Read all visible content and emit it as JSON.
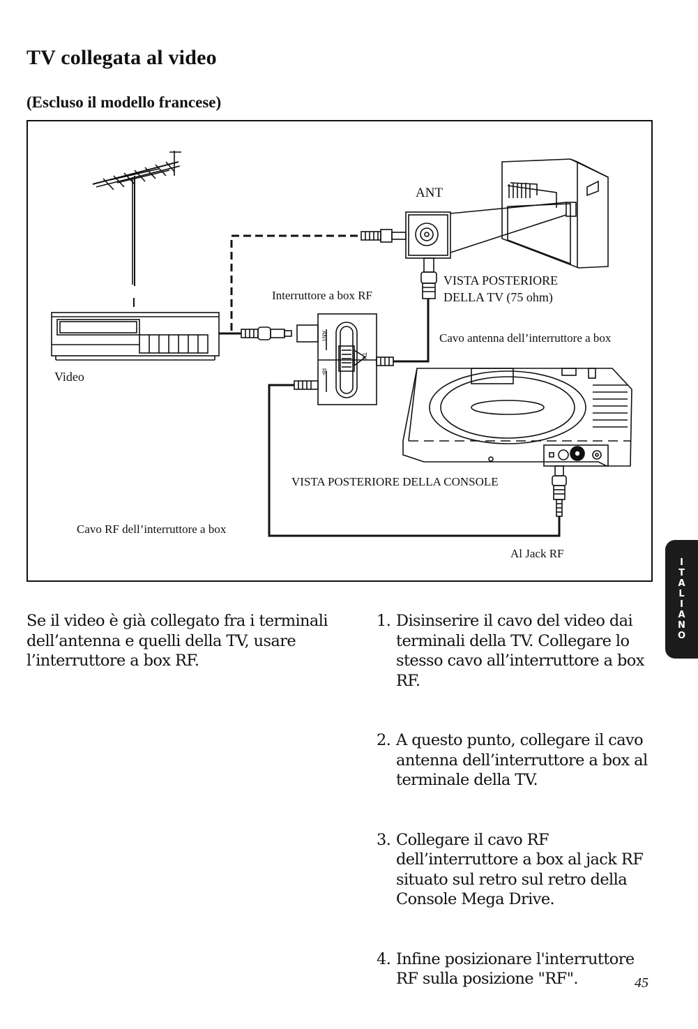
{
  "header": {
    "title": "TV collegata al video",
    "subtitle": "(Escluso il modello francese)"
  },
  "figure": {
    "labels": {
      "ant": "ANT",
      "vista_tv_1": "VISTA POSTERIORE",
      "vista_tv_2": "DELLA TV (75 ohm)",
      "interruttore": "Interruttore a box RF",
      "cavo_antenna": "Cavo antenna dell’interruttore a box",
      "video": "Video",
      "vista_console": "VISTA POSTERIORE DELLA CONSOLE",
      "cavo_rf": "Cavo RF dell’interruttore a box",
      "al_jack": "Al Jack RF",
      "switch_ant": "ANT",
      "switch_rf": "RF",
      "switch_tv": "TV"
    },
    "icons": [
      "antenna-icon",
      "vcr-icon",
      "tv-rear-icon",
      "rf-switch-box-icon",
      "console-rear-icon",
      "rf-jack-icon"
    ]
  },
  "text": {
    "intro": "Se il video è già collegato fra i terminali dell’antenna e quelli della TV, usare l’interruttore a box RF.",
    "steps": [
      {
        "num": "1.",
        "text": "Disinserire il cavo del video dai terminali della TV. Collegare lo stesso cavo all’interruttore a box RF."
      },
      {
        "num": "2.",
        "text": "A questo punto, collegare il cavo antenna dell’interruttore a box al terminale della TV."
      },
      {
        "num": "3.",
        "text": "Collegare il cavo RF dell’interruttore a box al jack RF situato sul retro sul retro della Console Mega Drive."
      },
      {
        "num": "4.",
        "text": "Infine posizionare l'interruttore RF sulla posizione \"RF\"."
      }
    ]
  },
  "sidebar_tab": {
    "letters": [
      "I",
      "T",
      "A",
      "L",
      "I",
      "A",
      "N",
      "O"
    ]
  },
  "footer": {
    "page_number": "45"
  },
  "colors": {
    "ink": "#111111",
    "tab_background": "#1c1c1c"
  }
}
